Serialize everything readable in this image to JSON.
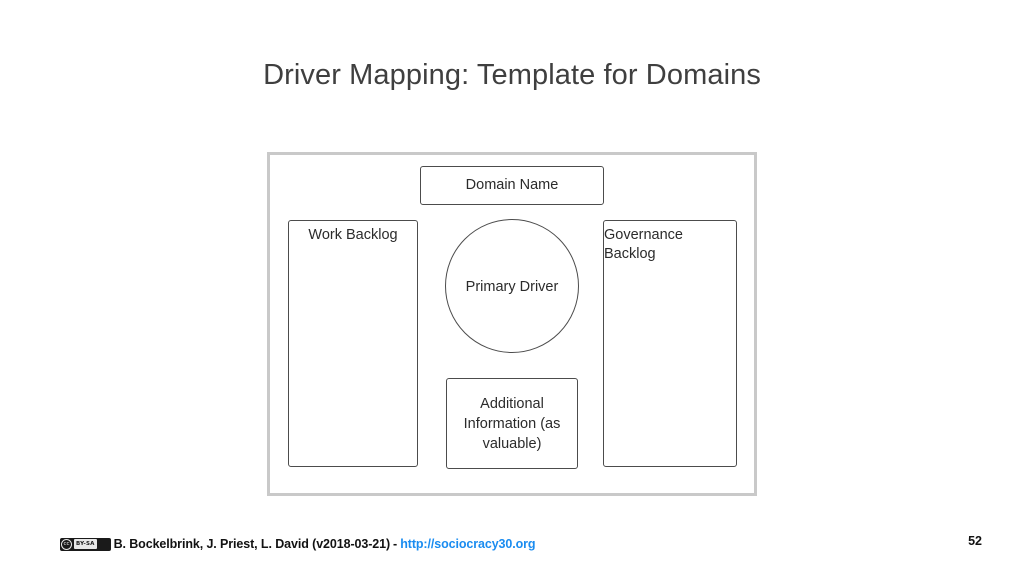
{
  "slide": {
    "title": "Driver Mapping: Template for Domains",
    "page_number": "52"
  },
  "diagram": {
    "domain_name": "Domain Name",
    "work_backlog": "Work Backlog",
    "governance_backlog": "Governance Backlog",
    "primary_driver": "Primary Driver",
    "additional_information": "Additional\nInformation (as\nvaluable)"
  },
  "footer": {
    "license_badge": {
      "cc_mark": "cc",
      "terms": "BY-SA"
    },
    "attribution": "B. Bockelbrink, J. Priest, L. David (v2018-03-21)",
    "separator": "-",
    "link_text": "http://sociocracy30.org"
  },
  "colors": {
    "title": "#3f3f3f",
    "frame_border": "#c9c9c9",
    "node_border": "#4c4c4c",
    "node_text": "#2b2b2b",
    "link": "#1a8cf0",
    "footer_text": "#121212",
    "background": "#ffffff"
  }
}
